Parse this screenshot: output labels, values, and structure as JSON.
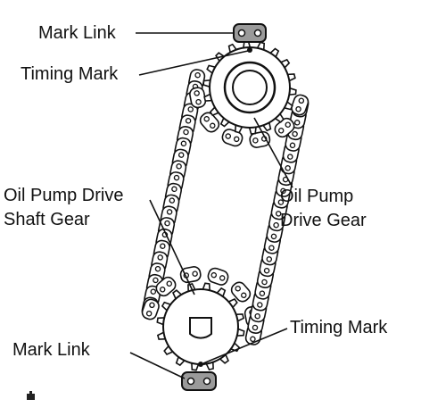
{
  "labels": {
    "mark_link_top": "Mark Link",
    "timing_mark_top": "Timing Mark",
    "oil_pump_drive_shaft_gear_line1": "Oil Pump Drive",
    "oil_pump_drive_shaft_gear_line2": "Shaft Gear",
    "oil_pump_drive_gear_line1": "Oil Pump",
    "oil_pump_drive_gear_line2": "Drive Gear",
    "timing_mark_bottom": "Timing Mark",
    "mark_link_bottom": "Mark Link"
  },
  "colors": {
    "line": "#111111",
    "mark_link_fill": "#9a9a9a",
    "background": "#ffffff"
  }
}
